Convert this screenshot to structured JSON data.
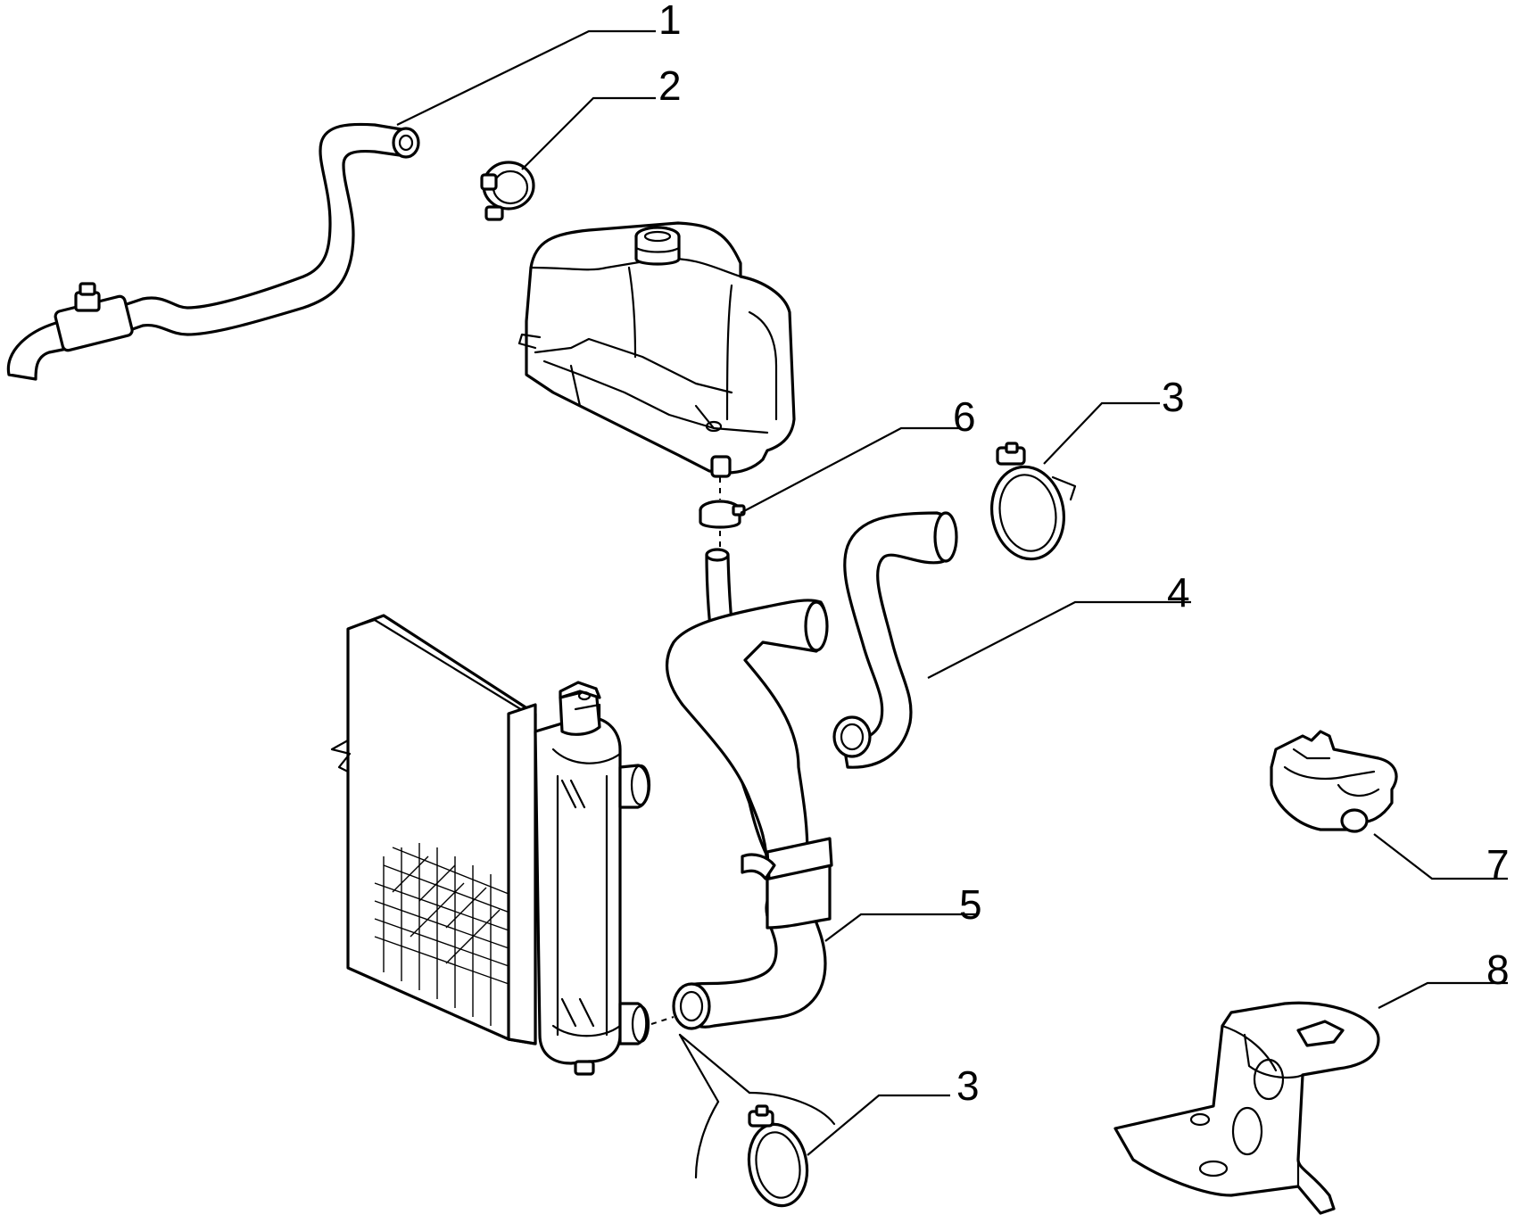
{
  "callouts": [
    {
      "id": "c1",
      "label": "1"
    },
    {
      "id": "c2",
      "label": "2"
    },
    {
      "id": "c3a",
      "label": "3"
    },
    {
      "id": "c4",
      "label": "4"
    },
    {
      "id": "c5",
      "label": "5"
    },
    {
      "id": "c6",
      "label": "6"
    },
    {
      "id": "c7",
      "label": "7"
    },
    {
      "id": "c8",
      "label": "8"
    },
    {
      "id": "c3b",
      "label": "3"
    }
  ],
  "colors": {
    "line": "#000000",
    "background": "#ffffff"
  }
}
